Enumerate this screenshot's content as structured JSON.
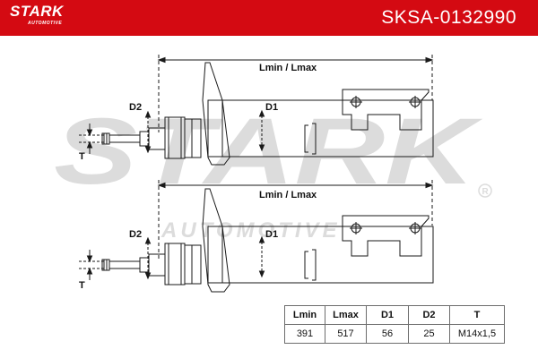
{
  "brand": {
    "logo_text": "STARK",
    "logo_sub": "AUTOMOTIVE",
    "accent_color": "#d40a12",
    "watermark_text": "STARK",
    "watermark_sub": "AUTOMOTIVE",
    "watermark_mark": "®"
  },
  "header": {
    "part_number": "SKSA-0132990"
  },
  "diagram": {
    "top": {
      "length_label": "Lmin / Lmax",
      "d1_label": "D1",
      "d2_label": "D2",
      "t_label": "T"
    },
    "bottom": {
      "length_label": "Lmin / Lmax",
      "d1_label": "D1",
      "d2_label": "D2",
      "t_label": "T"
    }
  },
  "spec_table": {
    "headers": [
      "Lmin",
      "Lmax",
      "D1",
      "D2",
      "T"
    ],
    "values": [
      "391",
      "517",
      "56",
      "25",
      "M14x1,5"
    ]
  }
}
